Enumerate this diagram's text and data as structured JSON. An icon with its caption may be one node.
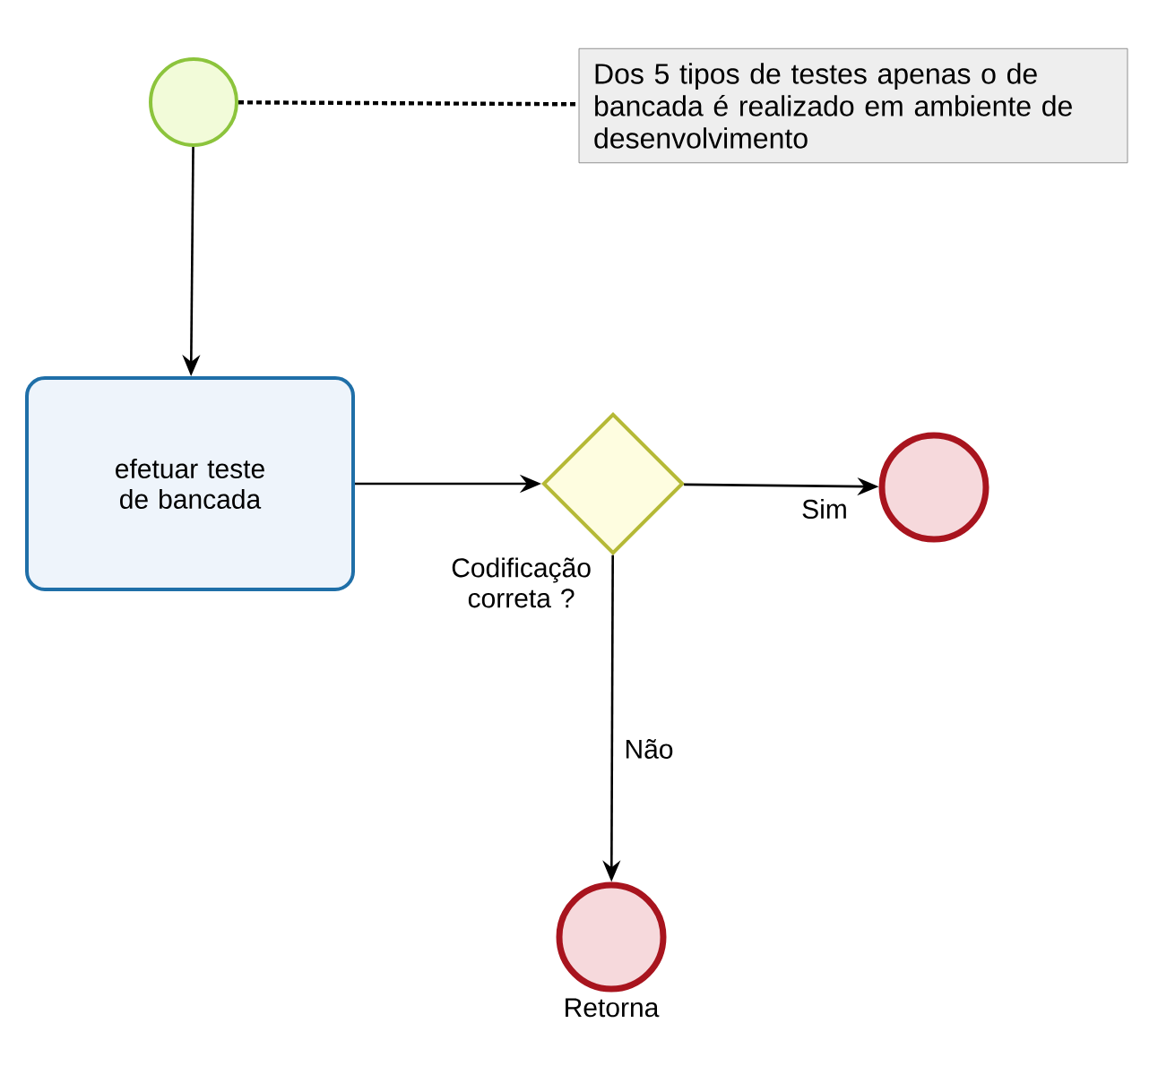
{
  "diagram": {
    "nodes": [
      {
        "text": [],
        "shape": "circle"
      },
      {
        "text": [
          "Dos 5 tipos de testes apenas o de bancada é realizado em ambiente de desenvolvimento"
        ]
      },
      {
        "text": [
          "efetuar teste de bancada"
        ]
      },
      {
        "text": [
          "Codificação correta ?"
        ]
      },
      {
        "text": [],
        "shape": "circle"
      },
      {
        "text": [
          "Retorna"
        ]
      }
    ],
    "edges": [
      {
        "from": 0,
        "to": 1,
        "arrow": "none",
        "style": "dashed"
      },
      {
        "from": 0,
        "to": 2,
        "arrow": "to"
      },
      {
        "from": 2,
        "to": 3,
        "arrow": "to"
      },
      {
        "from": 3,
        "to": 4,
        "arrow": "to",
        "label": "Sim"
      },
      {
        "from": 3,
        "to": 5,
        "arrow": "to",
        "label": "Não"
      }
    ]
  }
}
